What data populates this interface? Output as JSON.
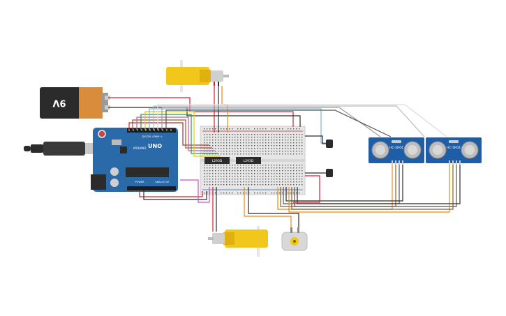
{
  "battery": {
    "label": "9V"
  },
  "arduino": {
    "brand": "ARDUINO",
    "model": "UNO",
    "digital_header": "DIGITAL (PWM~)",
    "power_header": "POWER",
    "analog_header": "ANALOG IN"
  },
  "breadboard": {
    "chip1_label": "L293D",
    "chip2_label": "L293D"
  },
  "sensors": [
    {
      "label": "HC-SR04"
    },
    {
      "label": "HC-SR04"
    }
  ],
  "colors": {
    "arduino_board": "#2a6aa8",
    "breadboard": "#e6e6e6",
    "battery_body": "#d98c3a",
    "battery_cap": "#2b2b2b",
    "sensor_board": "#1e5ea8",
    "motor_yellow": "#f2c71c",
    "wire_red": "#d0212a",
    "wire_black": "#2b2b2b",
    "wire_orange": "#e8891c",
    "wire_brown": "#8a5a2b",
    "wire_gray": "#9a9a9a"
  }
}
